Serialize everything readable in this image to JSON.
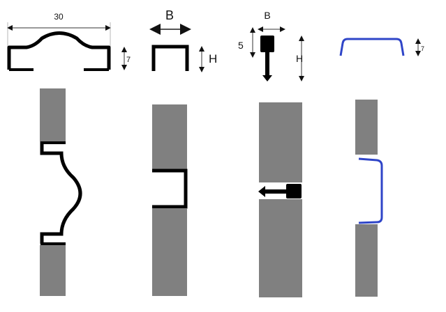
{
  "profiles": [
    {
      "name": "arched-profile",
      "width_label": "30",
      "height_label": "7"
    },
    {
      "name": "u-profile",
      "width_label": "B",
      "height_label": "H"
    },
    {
      "name": "t-profile",
      "width_label": "B",
      "head_label": "5",
      "height_label": "H"
    },
    {
      "name": "blue-clip-profile",
      "height_label": "7"
    }
  ],
  "colors": {
    "panel": "#808080",
    "profile": "#000000",
    "clip": "#2f45c8",
    "dimension": "#333333"
  }
}
